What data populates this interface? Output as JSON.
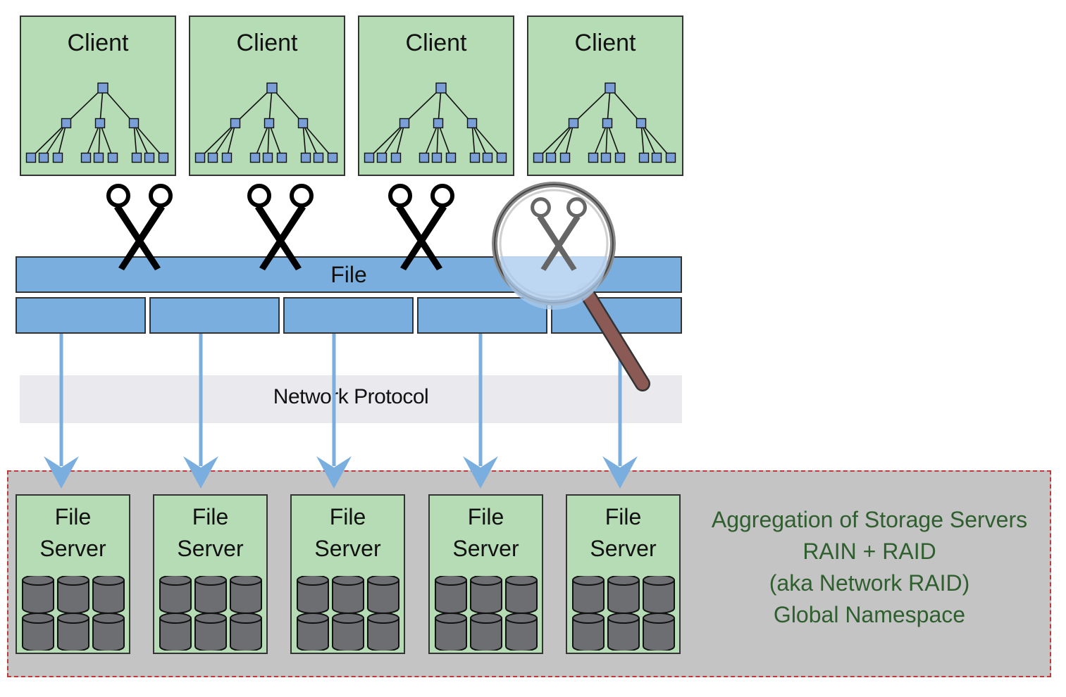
{
  "clients": [
    {
      "label": "Client"
    },
    {
      "label": "Client"
    },
    {
      "label": "Client"
    },
    {
      "label": "Client"
    }
  ],
  "file": {
    "label": "File"
  },
  "protocol": {
    "label": "Network Protocol"
  },
  "servers": [
    {
      "line1": "File",
      "line2": "Server"
    },
    {
      "line1": "File",
      "line2": "Server"
    },
    {
      "line1": "File",
      "line2": "Server"
    },
    {
      "line1": "File",
      "line2": "Server"
    },
    {
      "line1": "File",
      "line2": "Server"
    }
  ],
  "aggregation": {
    "lines": [
      "Aggregation of Storage Servers",
      "RAIN + RAID",
      "(aka Network RAID)",
      "Global Namespace"
    ]
  },
  "icons": {
    "scissors": "scissors-icon",
    "magnifier": "magnifying-glass-icon",
    "disk": "disk-icon",
    "tree": "tree-hierarchy-icon"
  },
  "colors": {
    "client_fill": "#b5dcb5",
    "file_fill": "#7aaedf",
    "node_fill": "#7a9fd6",
    "arrow": "#7aaedf",
    "aggregation_fill": "#c4c4c4",
    "aggregation_border": "#c0393b",
    "aggregation_text": "#2f5e2f",
    "disk_fill": "#6d6e71",
    "magnifier_handle": "#8b5a55"
  }
}
